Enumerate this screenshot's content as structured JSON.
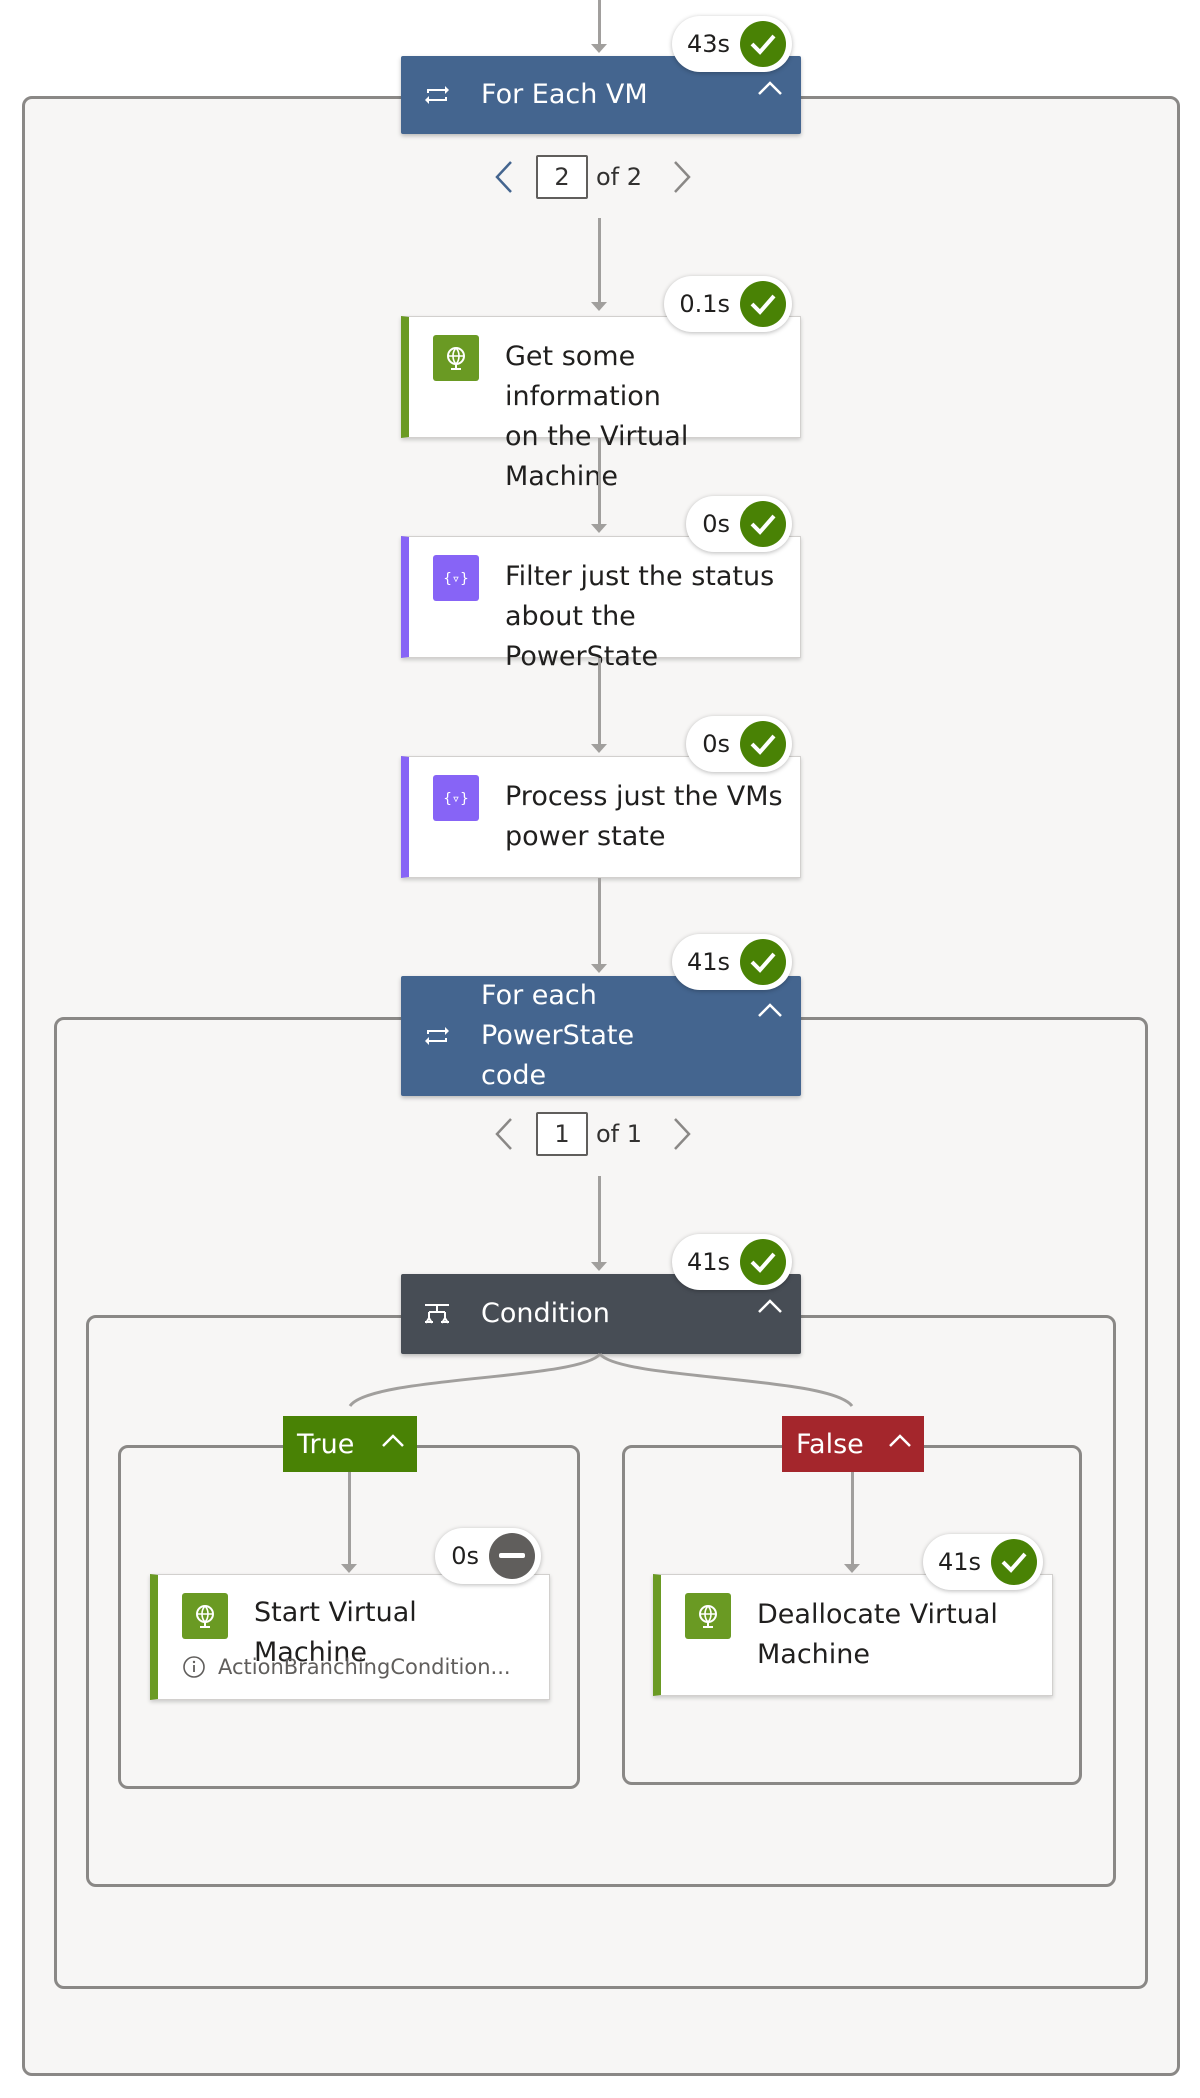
{
  "foreach_vm": {
    "title": "For Each VM",
    "duration": "43s",
    "pager": {
      "current": "2",
      "of_label": "of 2"
    }
  },
  "actions": [
    {
      "title_line1": "Get some information",
      "title_line2": "on the Virtual Machine",
      "duration": "0.1s",
      "icon": "globe-icon",
      "accent": "#6a9a23"
    },
    {
      "title_line1": "Filter just the status",
      "title_line2": "about the PowerState",
      "duration": "0s",
      "icon": "filter-braces-icon",
      "accent": "#8764f6"
    },
    {
      "title_line1": "Process just the VMs",
      "title_line2": "power state",
      "duration": "0s",
      "icon": "filter-braces-icon",
      "accent": "#8764f6"
    }
  ],
  "foreach_powerstate": {
    "title_line1": "For each PowerState",
    "title_line2": "code",
    "duration": "41s",
    "pager": {
      "current": "1",
      "of_label": "of 1"
    }
  },
  "condition": {
    "title": "Condition",
    "duration": "41s"
  },
  "branches": {
    "true": {
      "label": "True",
      "color": "#498205",
      "action": {
        "title": "Start Virtual Machine",
        "subtitle": "ActionBranchingCondition...",
        "duration": "0s",
        "status": "skipped"
      }
    },
    "false": {
      "label": "False",
      "color": "#a4262c",
      "action": {
        "title_line1": "Deallocate Virtual",
        "title_line2": "Machine",
        "duration": "41s",
        "status": "succeeded"
      }
    }
  },
  "colors": {
    "loop_header": "#44658f",
    "condition_header": "#474d55",
    "success": "#498205",
    "skipped": "#605e5c"
  }
}
